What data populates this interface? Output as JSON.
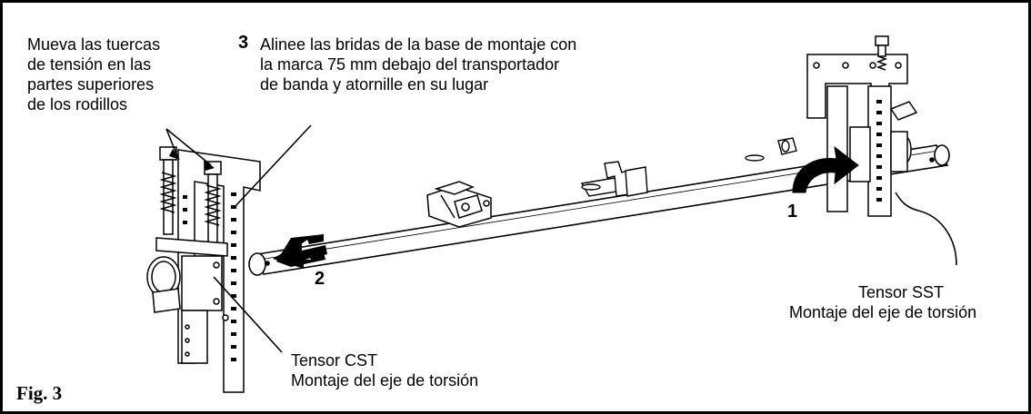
{
  "figure_label": "Fig. 3",
  "callouts": {
    "tension_nuts": "Mueva las tuercas\nde tensión en las\npartes superiores\nde los rodillos",
    "step3_number": "3",
    "step3_text": "Alinee las bridas de la base de montaje con\nla marca 75 mm debajo del transportador\nde banda y atornille en su lugar",
    "step1_number": "1",
    "step2_number": "2",
    "sst_title": "Tensor SST",
    "sst_subtitle": "Montaje del eje de torsión",
    "cst_title": "Tensor CST",
    "cst_subtitle": "Montaje del eje de torsión"
  }
}
